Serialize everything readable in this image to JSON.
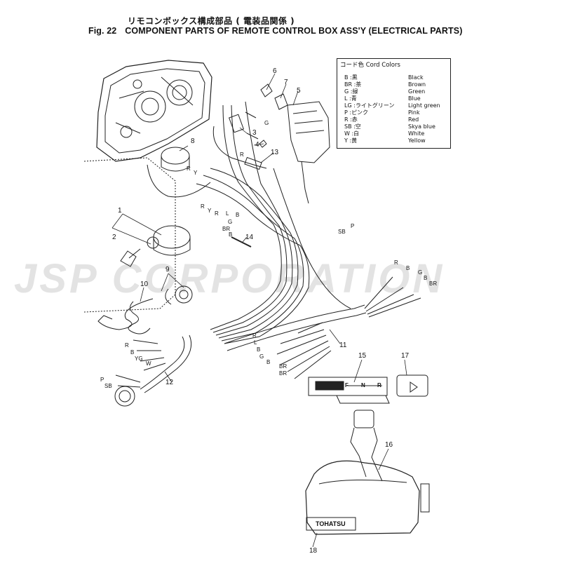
{
  "header": {
    "title_jp": "リモコンボックス構成部品 ( 電装品関係 )",
    "fig_no": "Fig. 22",
    "title_en": "COMPONENT PARTS OF REMOTE CONTROL BOX ASS'Y (ELECTRICAL PARTS)"
  },
  "legend": {
    "title": "コード色 Cord Colors",
    "rows": [
      {
        "code": "B  :黒",
        "name": "Black"
      },
      {
        "code": "BR :茶",
        "name": "Brown"
      },
      {
        "code": "G  :緑",
        "name": "Green"
      },
      {
        "code": "L  :青",
        "name": "Blue"
      },
      {
        "code": "LG :ライトグリーン",
        "name": "Light green"
      },
      {
        "code": "P  :ピンク",
        "name": "Pink"
      },
      {
        "code": "R  :赤",
        "name": "Red"
      },
      {
        "code": "SB :空",
        "name": "Skya blue"
      },
      {
        "code": "W  :白",
        "name": "White"
      },
      {
        "code": "Y  :黄",
        "name": "Yellow"
      }
    ]
  },
  "watermark": "JSP CORPORATION",
  "callouts": {
    "c1": "1",
    "c2": "2",
    "c3": "3",
    "c4": "4",
    "c5": "5",
    "c6": "6",
    "c7": "7",
    "c8": "8",
    "c9": "9",
    "c10": "10",
    "c11": "11",
    "c12": "12",
    "c13": "13",
    "c14": "14",
    "c15": "15",
    "c16": "16",
    "c17": "17",
    "c18": "18"
  },
  "wire_labels": {
    "g_top": "G",
    "r_top": "R",
    "r8": "R",
    "y8": "Y",
    "r_a": "R",
    "y_a": "Y",
    "r_b": "R",
    "l_b": "L",
    "b_b": "B",
    "g_b": "G",
    "br_b": "BR",
    "b_c": "B",
    "p_sb_p": "P",
    "p_sb_sb": "SB",
    "rr_r": "R",
    "rr_b": "B",
    "rr_g": "G",
    "rr_b2": "B",
    "rr_br": "BR",
    "h11_r": "R",
    "h11_l": "L",
    "h11_b": "B",
    "h11_g": "G",
    "h11_b2": "B",
    "h11_br1": "BR",
    "h11_br2": "BR",
    "h12_r": "R",
    "h12_b": "B",
    "h12_yg": "YG",
    "h12_w": "W",
    "h12_p": "P",
    "h12_sb": "SB"
  },
  "shift_labels": {
    "f": "F",
    "n": "N",
    "r": "R"
  },
  "brand": "TOHATSU"
}
